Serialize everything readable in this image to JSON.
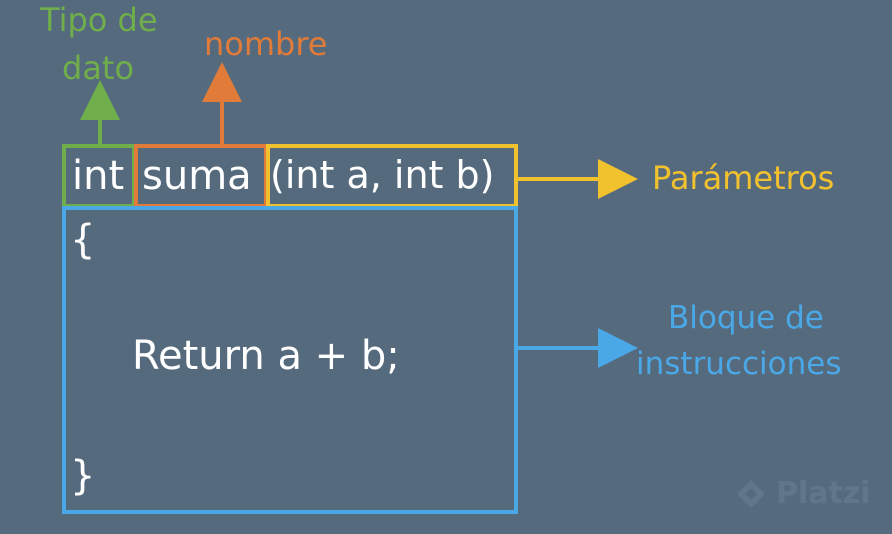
{
  "colors": {
    "background": "#566a7e",
    "tipo": "#6fae4b",
    "nombre": "#e07b39",
    "parametros": "#f2c12e",
    "bloque": "#4aa8e6",
    "text": "#ffffff"
  },
  "labels": {
    "tipo_line1": "Tipo de",
    "tipo_line2": "dato",
    "nombre": "nombre",
    "parametros": "Parámetros",
    "bloque_line1": "Bloque de",
    "bloque_line2": "instrucciones"
  },
  "code": {
    "type": "int",
    "name": "suma",
    "params": "(int a, int b)",
    "open_brace": "{",
    "body": "Return a + b;",
    "close_brace": "}"
  },
  "watermark": {
    "text": "Platzi"
  }
}
